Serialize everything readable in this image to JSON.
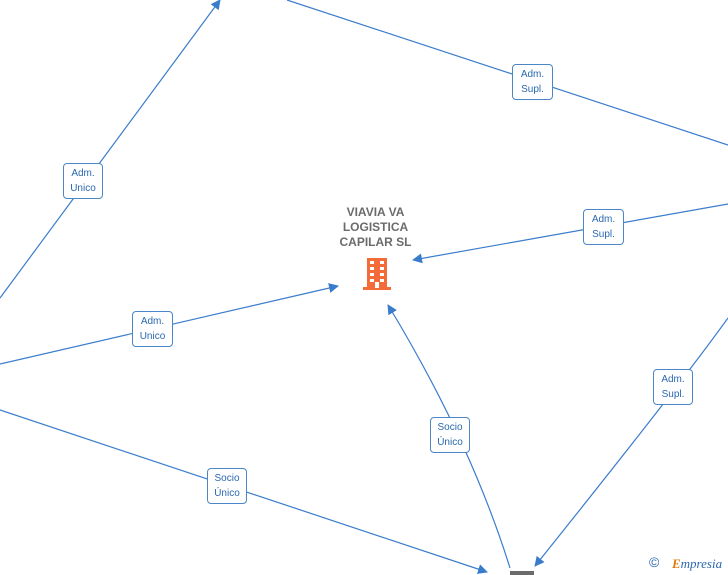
{
  "company": {
    "name_lines": [
      "VIAVIA VA",
      "LOGISTICA",
      "CAPILAR  SL"
    ],
    "icon": "building-icon",
    "icon_color": "#f26b38"
  },
  "edges": [
    {
      "id": "top-left",
      "label_lines": [
        "Adm.",
        "Unico"
      ]
    },
    {
      "id": "top-right",
      "label_lines": [
        "Adm.",
        "Supl."
      ]
    },
    {
      "id": "right-upper",
      "label_lines": [
        "Adm.",
        "Supl."
      ]
    },
    {
      "id": "left-middle",
      "label_lines": [
        "Adm.",
        "Unico"
      ]
    },
    {
      "id": "right-lower",
      "label_lines": [
        "Adm.",
        "Supl."
      ]
    },
    {
      "id": "bottom-center",
      "label_lines": [
        "Socio",
        "Único"
      ]
    },
    {
      "id": "bottom-left",
      "label_lines": [
        "Socio",
        "Único"
      ]
    }
  ],
  "colors": {
    "edge": "#3a7ccc",
    "label_text": "#2a68b0"
  },
  "footer": {
    "copyright_symbol": "©",
    "brand_initial": "E",
    "brand_rest": "mpresia"
  }
}
